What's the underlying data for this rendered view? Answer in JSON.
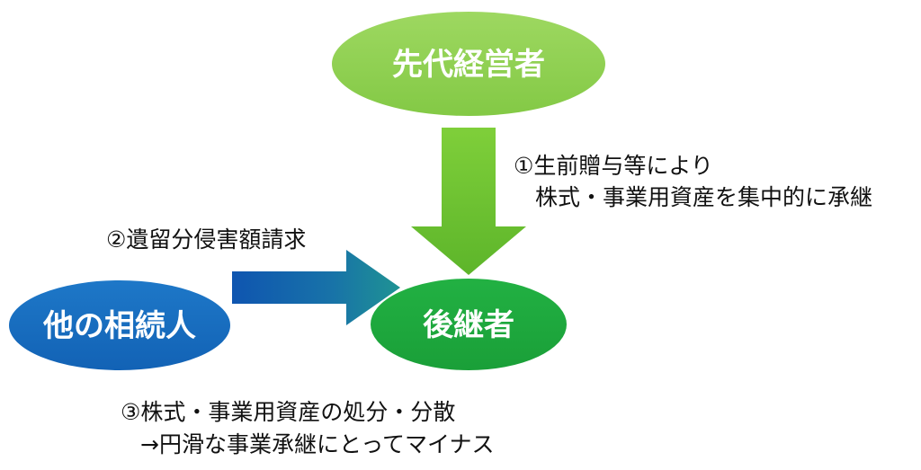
{
  "nodes": {
    "predecessor": {
      "label": "先代経営者"
    },
    "successor": {
      "label": "後継者"
    },
    "other_heirs": {
      "label": "他の相続人"
    }
  },
  "notes": {
    "step1": {
      "line1": "①生前贈与等により",
      "line2": "株式・事業用資産を集中的に承継"
    },
    "step2": {
      "line1": "②遺留分侵害額請求"
    },
    "step3": {
      "line1": "③株式・事業用資産の処分・分散",
      "line2": "→円滑な事業承継にとってマイナス"
    }
  },
  "colors": {
    "green_light": "#9ed861",
    "green_mid": "#62b92a",
    "green_dark": "#1faa3c",
    "blue_dark": "#0f5db3",
    "blue_light": "#1e78c8",
    "teal": "#1a8e8e",
    "ellipse_stroke": "#e8eef5"
  }
}
